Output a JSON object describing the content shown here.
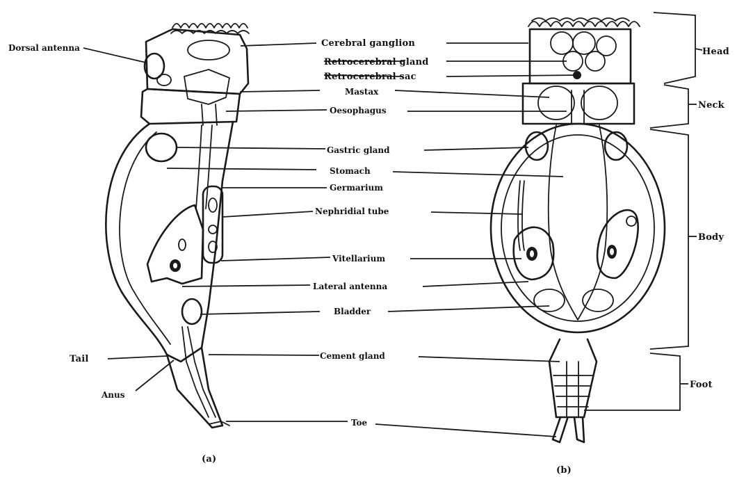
{
  "figure": {
    "labels": {
      "dorsal_antenna": "Dorsal antenna",
      "cerebral_ganglion": "Cerebral ganglion",
      "retrocerebral_gland": "Retrocerebral gland",
      "retrocerebral_sac": "Retrocerebral sac",
      "mastax": "Mastax",
      "oesophagus": "Oesophagus",
      "gastric_gland": "Gastric gland",
      "stomach": "Stomach",
      "germarium": "Germarium",
      "nephridial_tube": "Nephridial tube",
      "vitellarium": "Vitellarium",
      "lateral_antenna": "Lateral antenna",
      "bladder": "Bladder",
      "tail": "Tail",
      "anus": "Anus",
      "cement_gland": "Cement gland",
      "toe": "Toe",
      "head": "Head",
      "neck": "Neck",
      "body": "Body",
      "foot": "Foot"
    },
    "captions": {
      "a": "(a)",
      "b": "(b)"
    }
  }
}
